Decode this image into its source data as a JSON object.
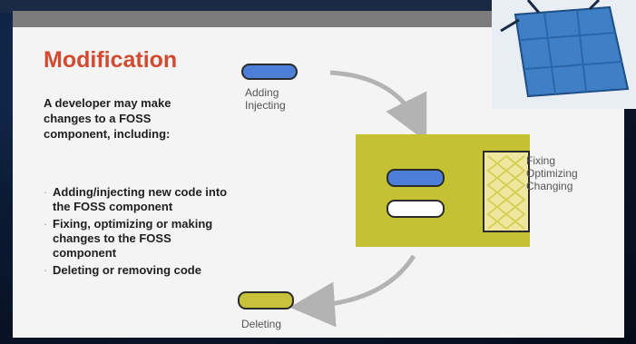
{
  "title": "Modification",
  "intro": "A developer may make changes to a FOSS component, including:",
  "bullets": [
    "Adding/injecting new code into the FOSS component",
    "Fixing, optimizing or making changes to the FOSS component",
    "Deleting or removing code"
  ],
  "diagram": {
    "adding_label_1": "Adding",
    "adding_label_2": "Injecting",
    "fixing_label_1": "Fixing",
    "fixing_label_2": "Optimizing",
    "fixing_label_3": "Changing",
    "deleting_label": "Deleting"
  },
  "colors": {
    "title": "#d24a2f",
    "blue_pill": "#4d7ed8",
    "olive": "#c4c133",
    "tile_blue": "#3f7fc6"
  },
  "icons": [
    "bullet-dot",
    "curved-arrow",
    "blue-tile-logo"
  ]
}
